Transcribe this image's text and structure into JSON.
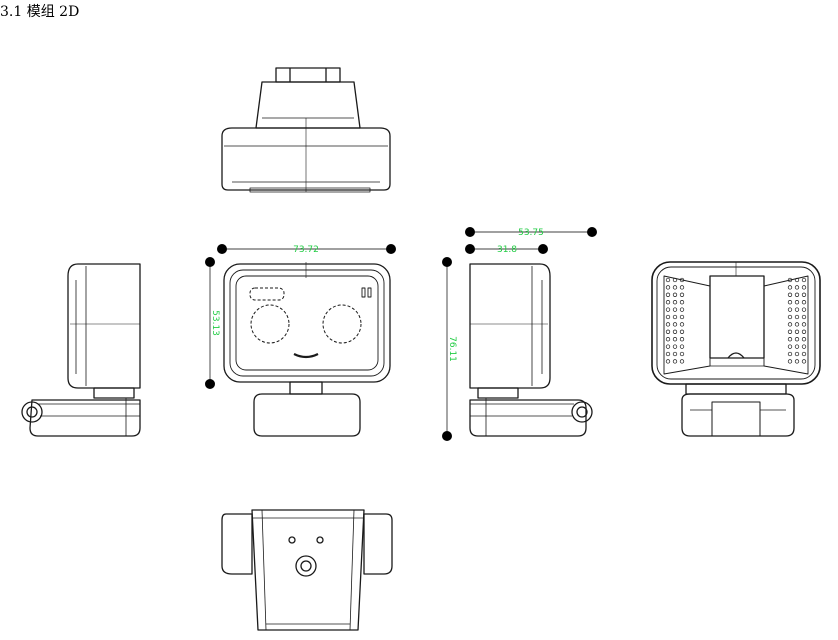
{
  "heading": {
    "number": "3.1",
    "title": "模组 2D"
  },
  "dimensions": {
    "front_width": "73.72",
    "front_height": "53.13",
    "side_total_height": "76.11",
    "side_total_depth": "53.75",
    "side_base_depth": "31.8"
  },
  "colors": {
    "line": "#1a1a1a",
    "dimension": "#22cc44",
    "dot": "#000000"
  }
}
